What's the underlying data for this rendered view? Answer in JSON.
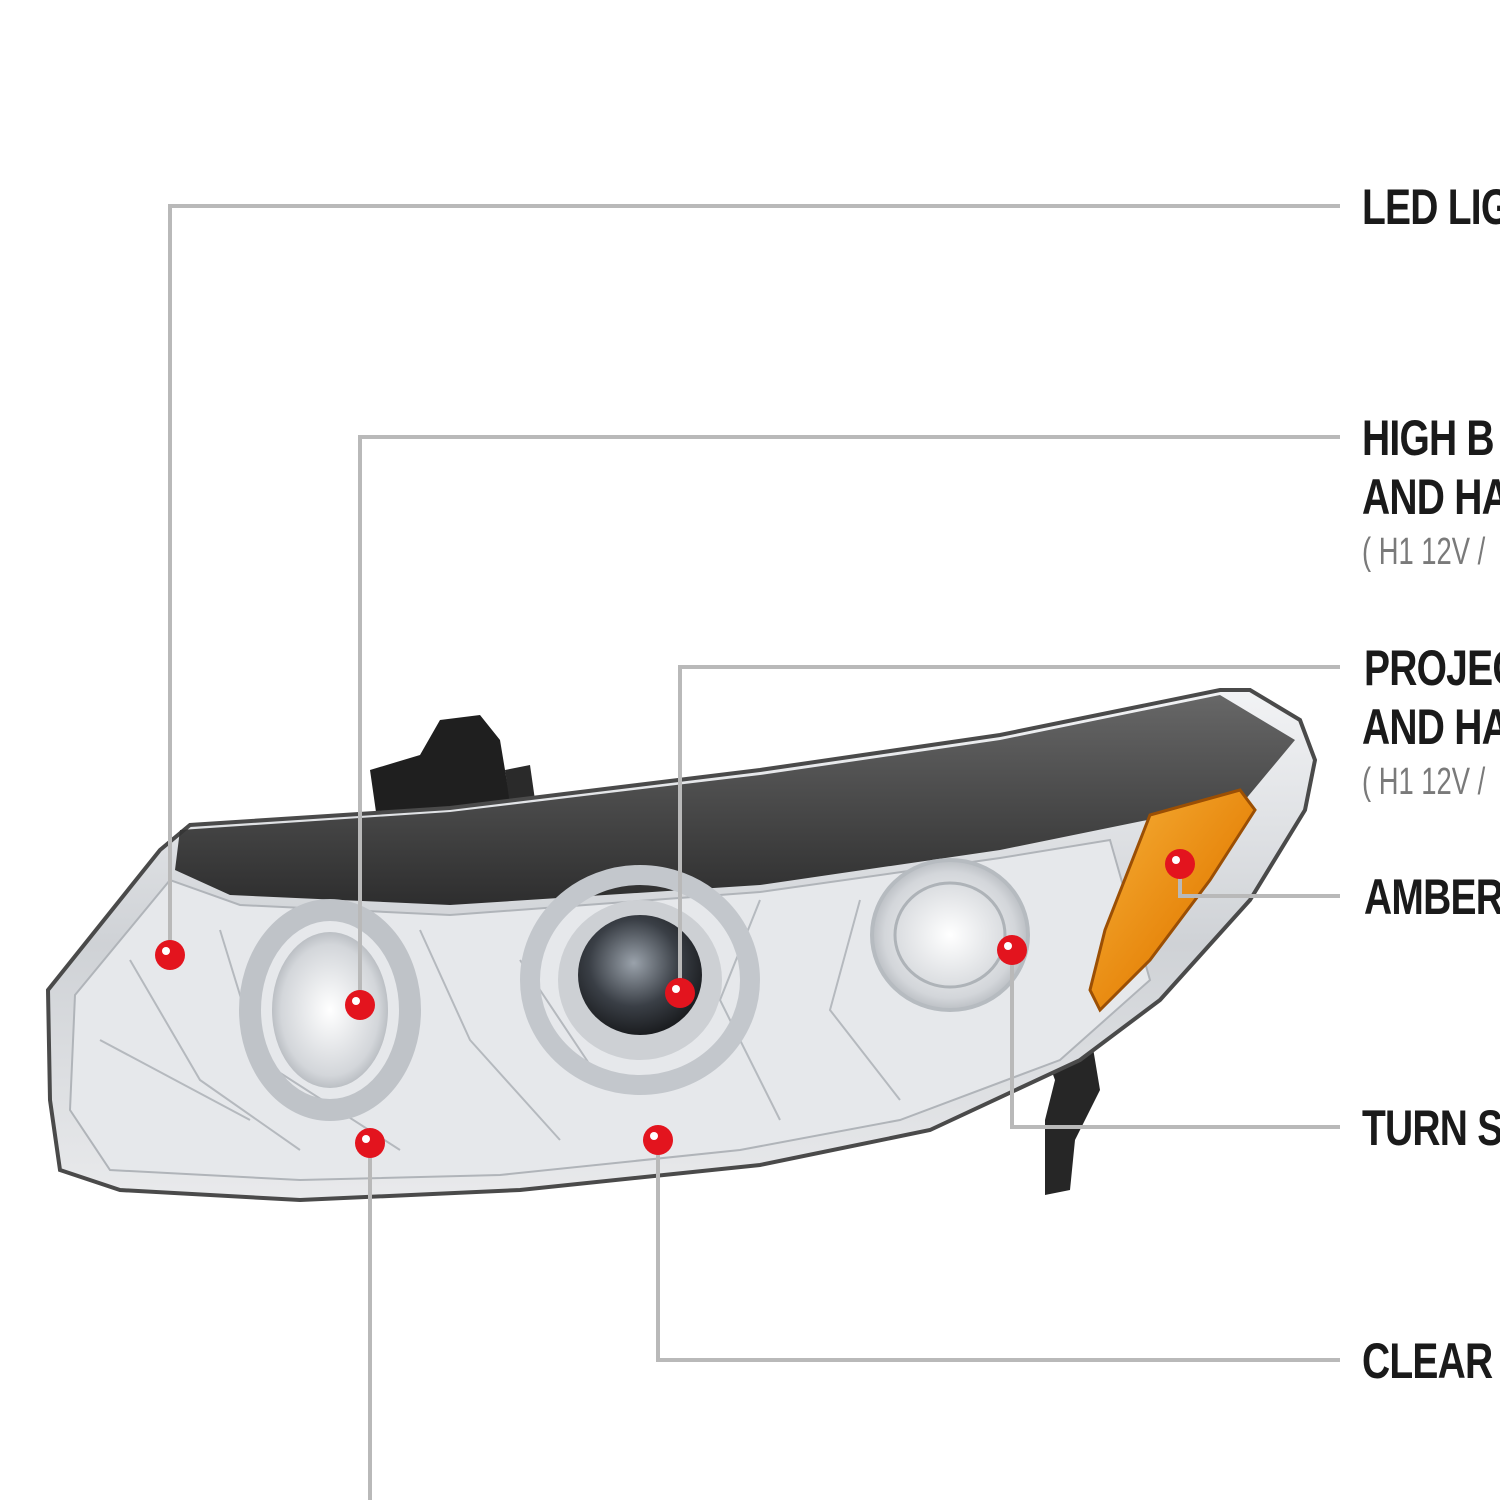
{
  "callouts": [
    {
      "id": "led",
      "title": "LED LIG",
      "subtitle": ""
    },
    {
      "id": "high-beam",
      "title_line1": "HIGH B",
      "title_line2": "AND HA",
      "subtitle": "( H1  12V /"
    },
    {
      "id": "projector",
      "title_line1": "PROJEC",
      "title_line2": "AND HA",
      "subtitle": "( H1  12V /"
    },
    {
      "id": "amber",
      "title": "AMBER"
    },
    {
      "id": "turn",
      "title": "TURN S"
    },
    {
      "id": "clear",
      "title": "CLEAR L"
    }
  ],
  "colors": {
    "leader_line": "#b9b9b9",
    "marker_red": "#e3141e",
    "amber_lens": "#e7920e",
    "housing_dark": "#2c2c2c",
    "chrome": "#d7d9dc",
    "label_text": "#1a1a1a"
  }
}
